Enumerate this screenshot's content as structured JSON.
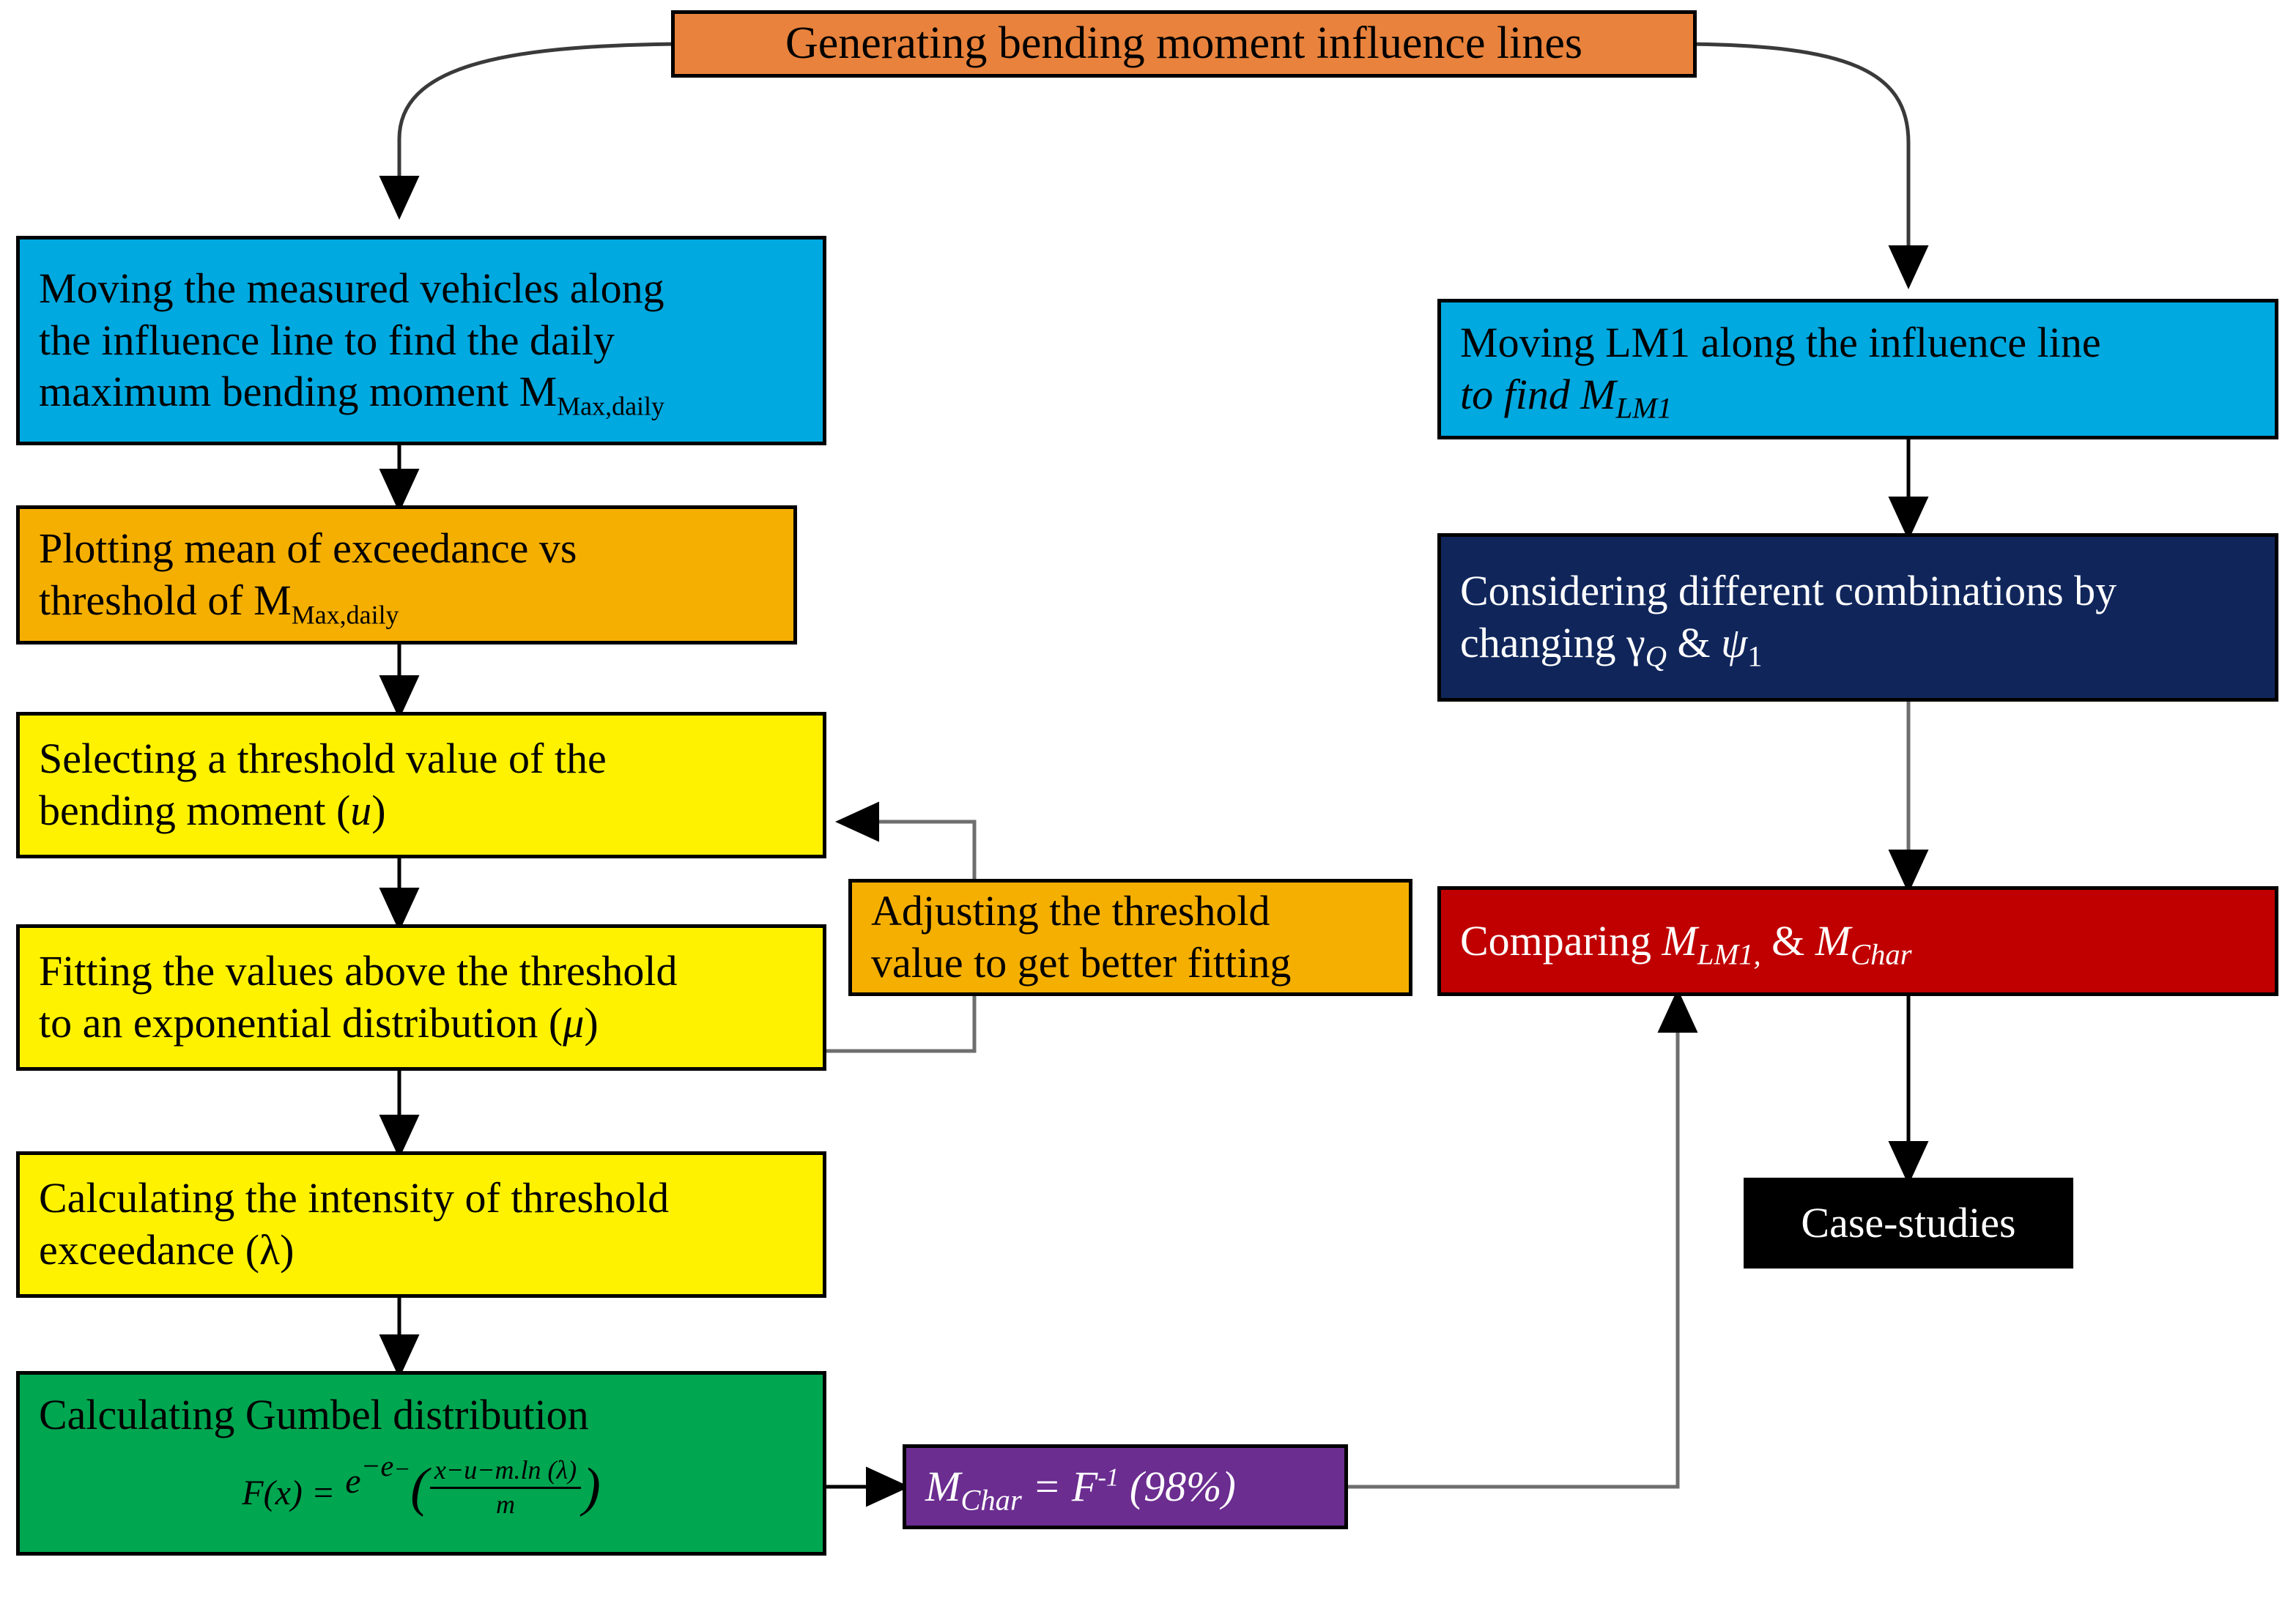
{
  "diagram": {
    "title": "Generating bending moment influence lines",
    "type": "flowchart",
    "nodes": [
      {
        "id": "title",
        "label": "Generating bending moment influence lines",
        "color": "#E8823C",
        "text_color": "#000000",
        "align": "center"
      },
      {
        "id": "moving-vehicles",
        "lines": [
          "Moving the measured vehicles along",
          "the influence line to find the daily",
          "maximum bending moment M"
        ],
        "subscript": "Max,daily",
        "color": "#00A9E0",
        "text_color": "#000000",
        "align": "left"
      },
      {
        "id": "plotting-mean",
        "lines": [
          "Plotting mean of exceedance vs",
          "threshold of M"
        ],
        "subscript": "Max,daily",
        "color": "#F5AF00",
        "text_color": "#000000",
        "align": "left"
      },
      {
        "id": "selecting-threshold",
        "lines": [
          "Selecting a threshold value of the",
          "bending moment ("
        ],
        "symbol": "u",
        "tail": ")",
        "color": "#FFF200",
        "text_color": "#000000",
        "align": "left"
      },
      {
        "id": "fitting-values",
        "lines": [
          "Fitting the values above the threshold",
          "to an exponential distribution ("
        ],
        "symbol": "μ",
        "tail": ")",
        "color": "#FFF200",
        "text_color": "#000000",
        "align": "left"
      },
      {
        "id": "calculating-intensity",
        "lines": [
          "Calculating the intensity of threshold",
          "exceedance (λ)"
        ],
        "color": "#FFF200",
        "text_color": "#000000",
        "align": "left"
      },
      {
        "id": "gumbel",
        "lines": [
          "Calculating Gumbel distribution"
        ],
        "formula": {
          "lhs": "F(x) =",
          "base": "e",
          "exp1": "−e",
          "exp2_prefix": "−",
          "numerator": "x−u−m.ln (λ)",
          "denominator": "m"
        },
        "color": "#00A650",
        "text_color": "#000000",
        "align": "left"
      },
      {
        "id": "adjusting-threshold",
        "lines": [
          "Adjusting the threshold",
          "value to get better fitting"
        ],
        "color": "#F5AF00",
        "text_color": "#000000",
        "align": "left"
      },
      {
        "id": "m-char",
        "label_parts": {
          "m": "M",
          "sub": "Char",
          "eq": " = F",
          "sup": "-1",
          "rest": " (98%)"
        },
        "color": "#6B2D90",
        "text_color": "#FFFFFF",
        "align": "left"
      },
      {
        "id": "moving-lm1",
        "lines": [
          "Moving LM1 along the influence line",
          "to find M"
        ],
        "subscript_italic": "LM1",
        "color": "#00A9E0",
        "text_color": "#000000",
        "align": "left"
      },
      {
        "id": "combinations",
        "lines": [
          "Considering different combinations by",
          "changing γ"
        ],
        "sub_a": "Q",
        "mid": " & ",
        "sym_b": "ψ",
        "sub_b": "1",
        "color": "#10265B",
        "text_color": "#FFFFFF",
        "align": "left"
      },
      {
        "id": "comparing",
        "label_parts": {
          "pre": "Comparing ",
          "m1": "M",
          "sub1": "LM1,",
          "amp": " & ",
          "m2": "M",
          "sub2": "Char"
        },
        "color": "#C00000",
        "text_color": "#FFFFFF",
        "align": "left"
      },
      {
        "id": "case-studies",
        "label": "Case-studies",
        "color": "#000000",
        "text_color": "#FFFFFF",
        "align": "center"
      }
    ],
    "edges": [
      {
        "from": "title",
        "to": "moving-vehicles",
        "style": "curved"
      },
      {
        "from": "title",
        "to": "moving-lm1",
        "style": "curved"
      },
      {
        "from": "moving-vehicles",
        "to": "plotting-mean",
        "style": "straight"
      },
      {
        "from": "plotting-mean",
        "to": "selecting-threshold",
        "style": "straight"
      },
      {
        "from": "selecting-threshold",
        "to": "fitting-values",
        "style": "straight"
      },
      {
        "from": "fitting-values",
        "to": "adjusting-threshold",
        "style": "elbow"
      },
      {
        "from": "adjusting-threshold",
        "to": "selecting-threshold",
        "style": "elbow-feedback"
      },
      {
        "from": "fitting-values",
        "to": "calculating-intensity",
        "style": "straight"
      },
      {
        "from": "calculating-intensity",
        "to": "gumbel",
        "style": "straight"
      },
      {
        "from": "gumbel",
        "to": "m-char",
        "style": "straight-right"
      },
      {
        "from": "m-char",
        "to": "comparing",
        "style": "elbow-up"
      },
      {
        "from": "moving-lm1",
        "to": "combinations",
        "style": "straight"
      },
      {
        "from": "combinations",
        "to": "comparing",
        "style": "straight"
      },
      {
        "from": "comparing",
        "to": "case-studies",
        "style": "straight"
      }
    ]
  }
}
